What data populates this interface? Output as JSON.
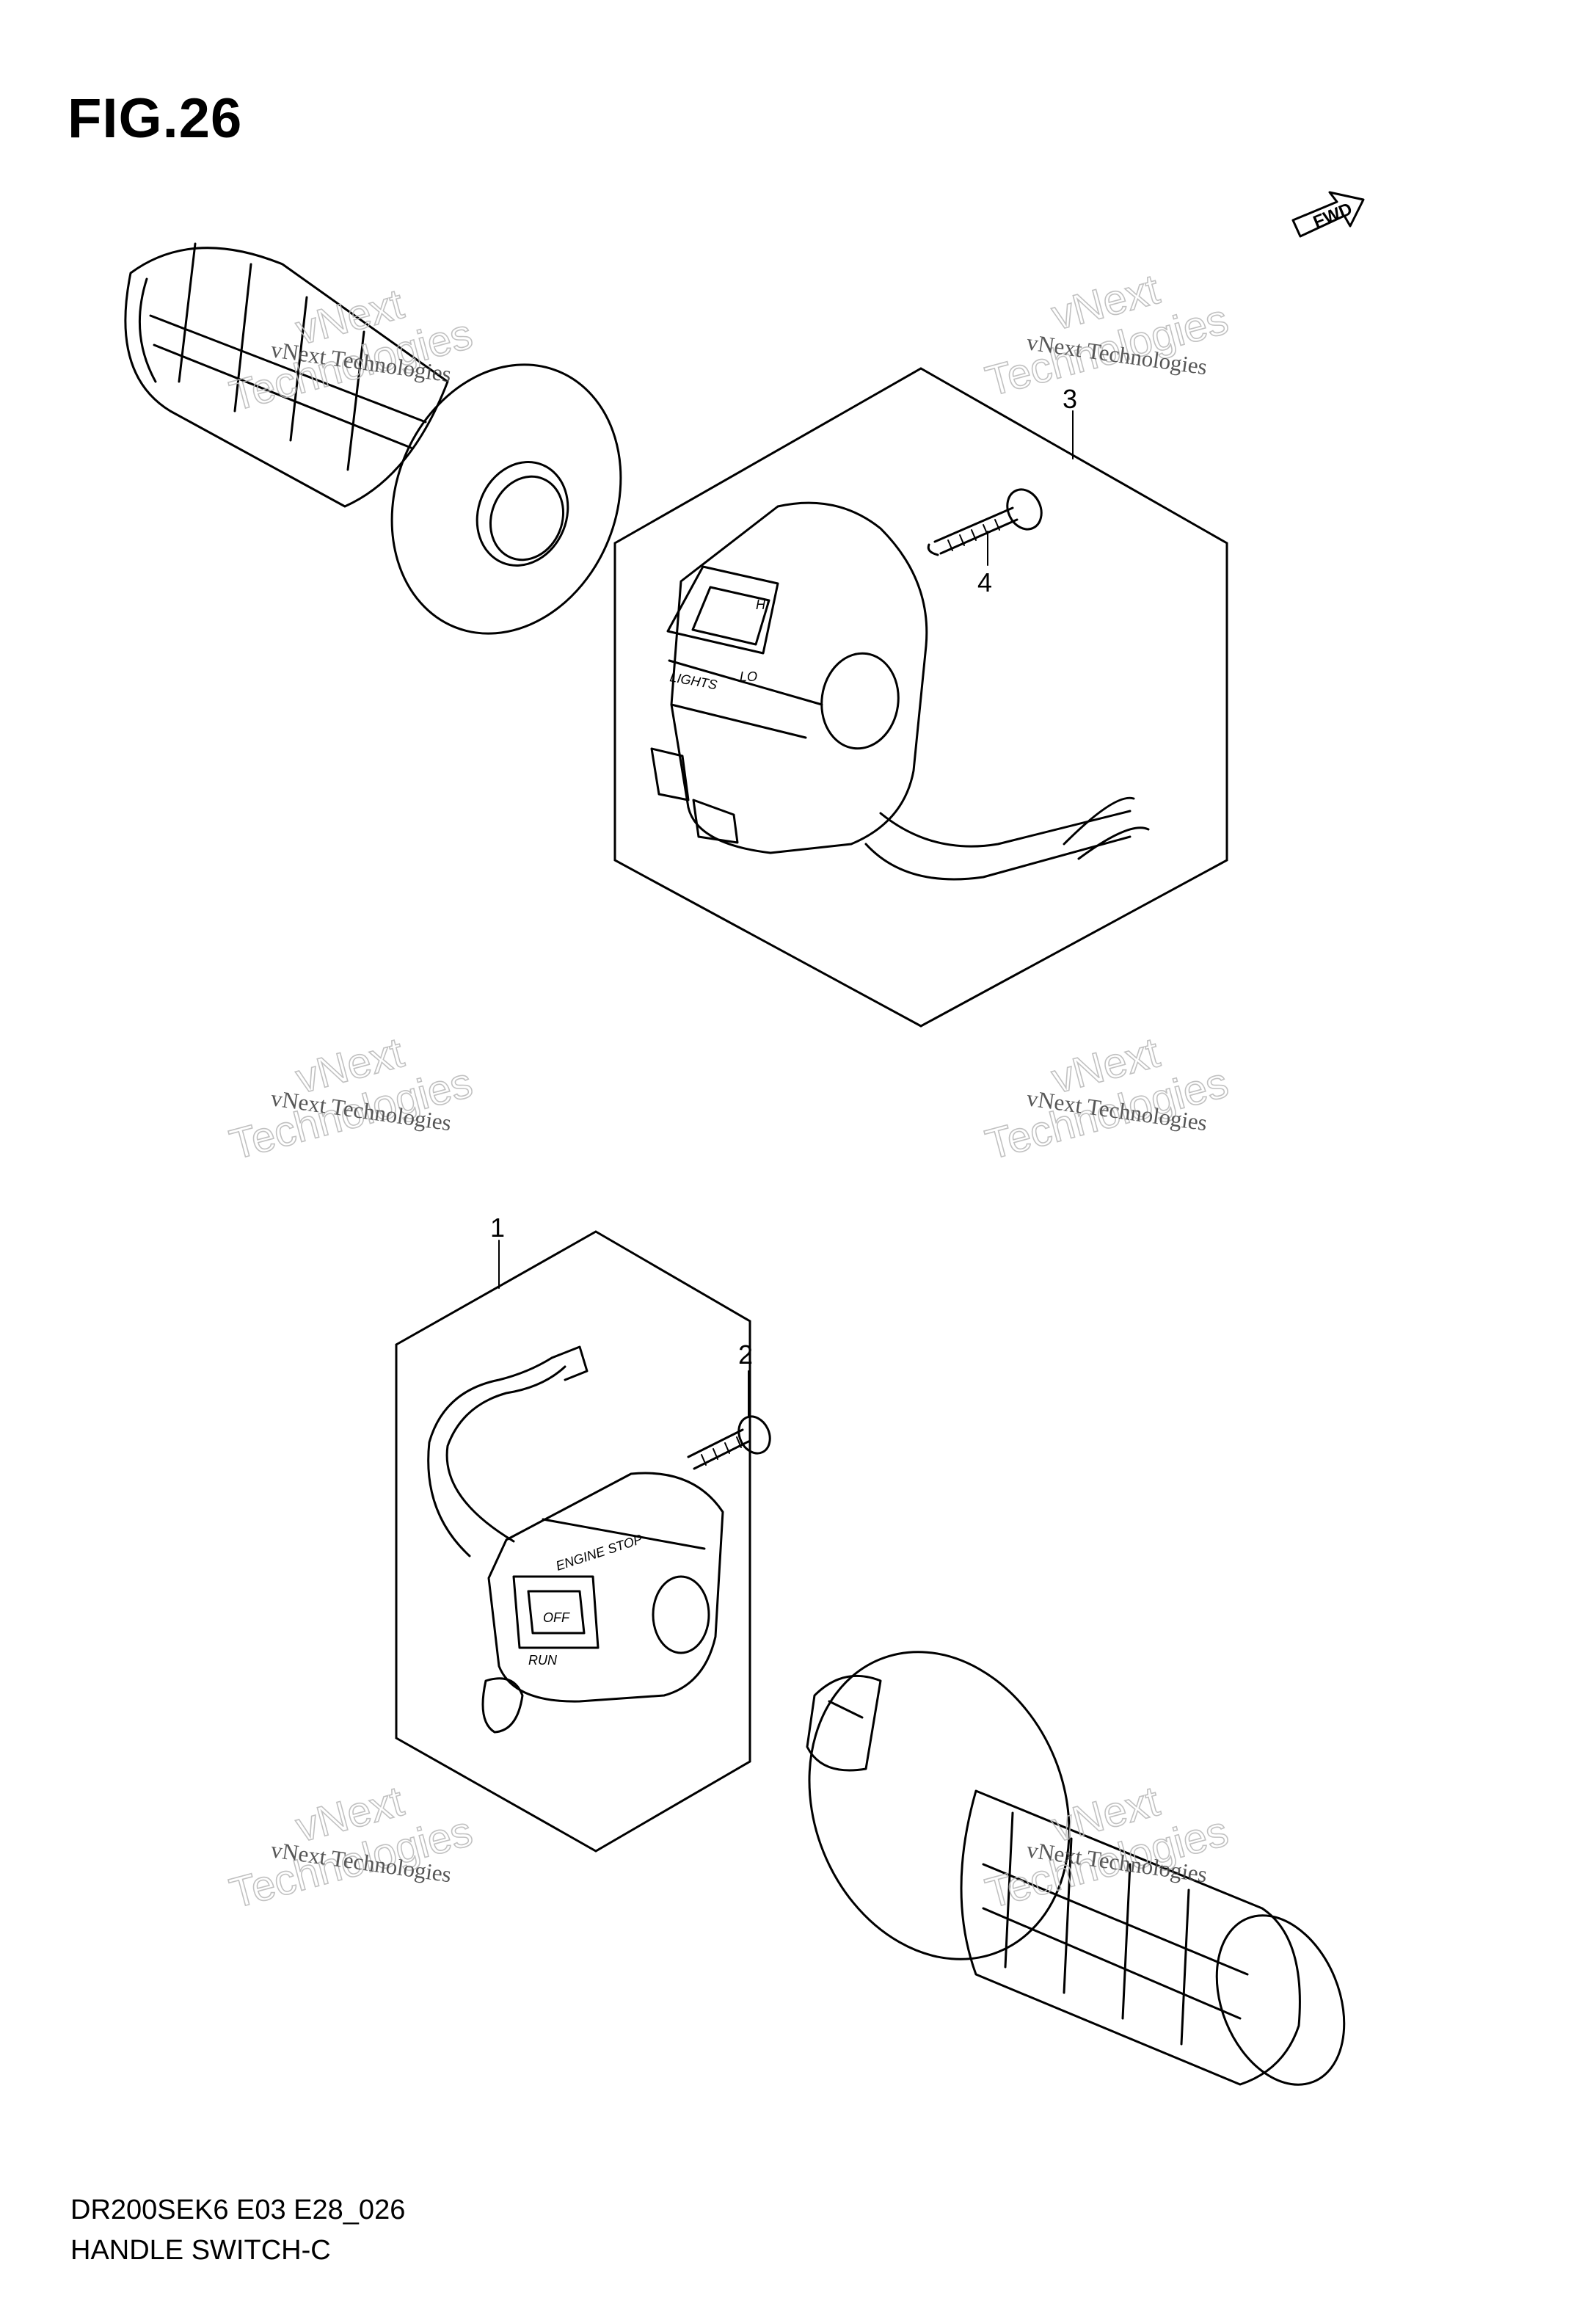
{
  "figure": {
    "title": "FIG.26",
    "fwd_label": "FWD",
    "footer_code": "DR200SEK6 E03 E28_026",
    "footer_name": "HANDLE SWITCH-C"
  },
  "callouts": [
    {
      "id": "1",
      "label": "1"
    },
    {
      "id": "2",
      "label": "2"
    },
    {
      "id": "3",
      "label": "3"
    },
    {
      "id": "4",
      "label": "4"
    }
  ],
  "switch_markings": {
    "hi": "HI",
    "lo": "LO",
    "lights": "LIGHTS",
    "engine_stop": "ENGINE STOP",
    "off": "OFF",
    "run": "RUN"
  },
  "watermark": {
    "line1": "vNext Technologies",
    "line2a": "vNext",
    "line2b": "Technologies"
  }
}
